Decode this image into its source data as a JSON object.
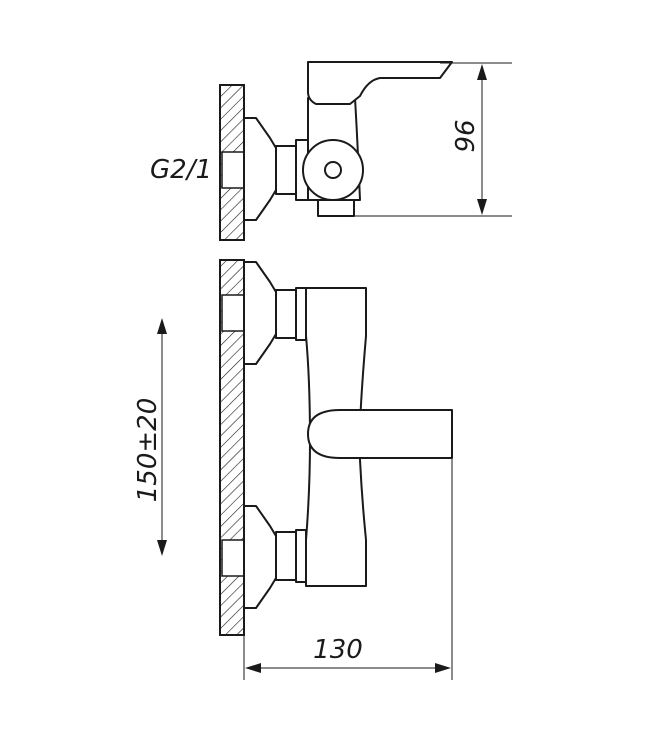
{
  "labels": {
    "thread": "G2/1",
    "height_dim": "96",
    "spacing_dim": "150±20",
    "depth_dim": "130"
  },
  "colors": {
    "ink": "#1a1a1a",
    "background": "#ffffff"
  }
}
